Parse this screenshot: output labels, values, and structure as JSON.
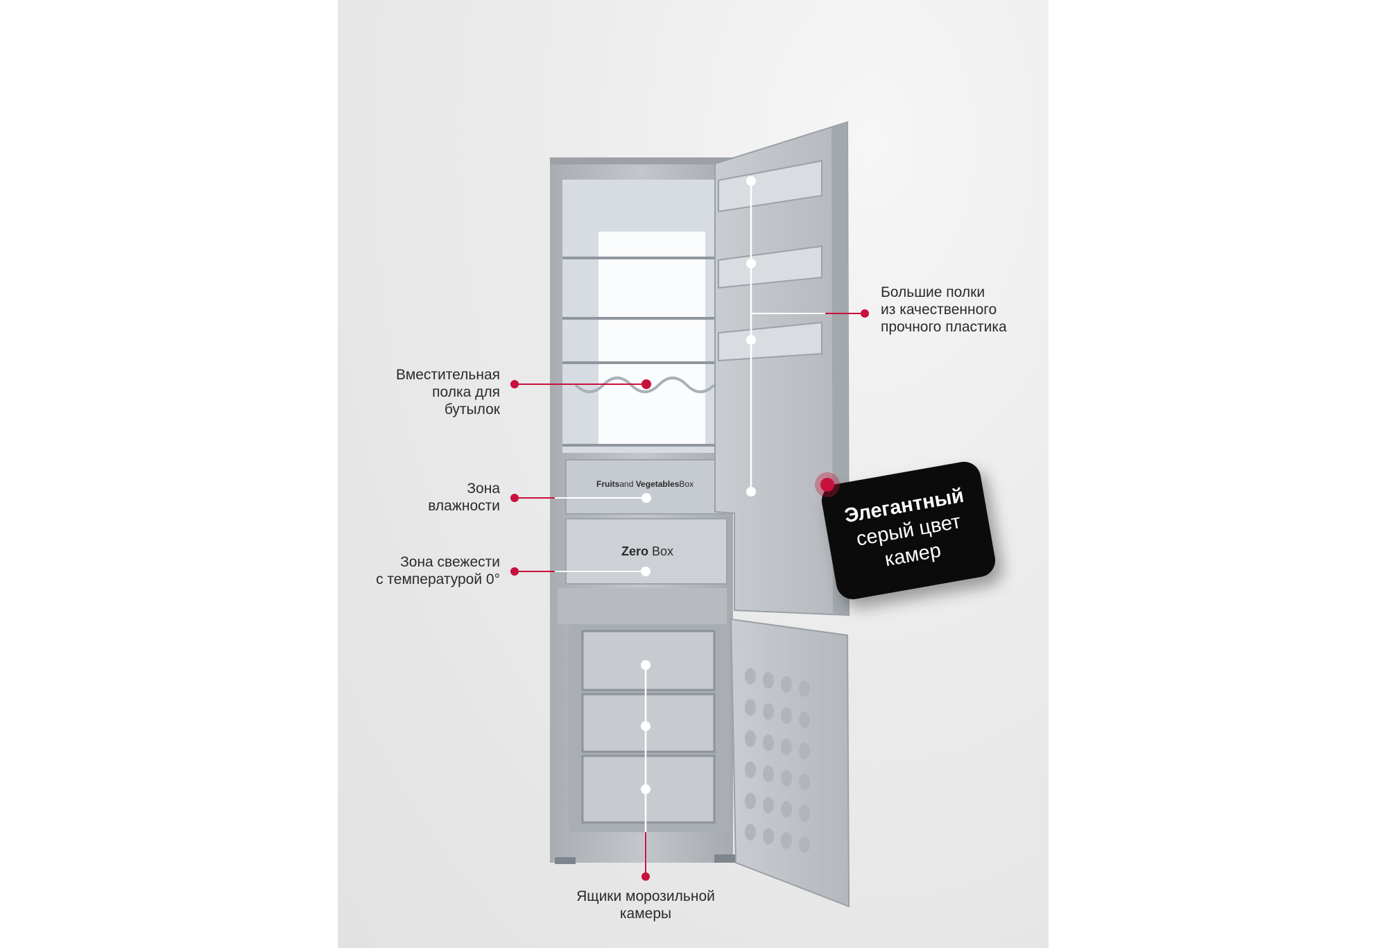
{
  "callouts": {
    "bottle_shelf": [
      "Вместительная",
      "полка для",
      "бутылок"
    ],
    "humidity_zone": [
      "Зона",
      "влажности"
    ],
    "freshness_zone": [
      "Зона свежести",
      "с температурой 0°"
    ],
    "door_shelves": [
      "Большие полки",
      "из качественного",
      "прочного пластика"
    ],
    "freezer_drawers": [
      "Ящики морозильной",
      "камеры"
    ]
  },
  "badge": {
    "line1": "Элегантный",
    "line2": "серый цвет",
    "line3": "камер"
  },
  "product_labels": {
    "fruits_box": {
      "w1": "Fruits",
      "w2": "and",
      "w3": "Vegetables",
      "w4": "Box"
    },
    "zero_box": {
      "w1": "Zero",
      "w2": "Box"
    }
  },
  "colors": {
    "accent": "#c8103c",
    "badge_bg": "#0b0b0b"
  }
}
